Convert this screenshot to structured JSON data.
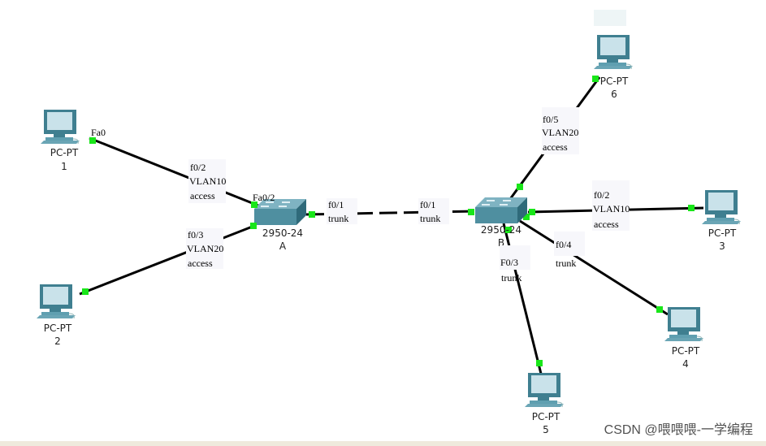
{
  "devices": {
    "pc1": {
      "type": "PC-PT",
      "name": "1"
    },
    "pc2": {
      "type": "PC-PT",
      "name": "2"
    },
    "pc3": {
      "type": "PC-PT",
      "name": "3"
    },
    "pc4": {
      "type": "PC-PT",
      "name": "4"
    },
    "pc5": {
      "type": "PC-PT",
      "name": "5"
    },
    "pc6": {
      "type": "PC-PT",
      "name": "6"
    },
    "swA": {
      "model": "2950-24",
      "name": "A"
    },
    "swB": {
      "model": "2950-24",
      "name": "B"
    }
  },
  "ports": {
    "pc1": "Fa0",
    "swA_f02": "Fa0/2"
  },
  "labels": {
    "a_pc1": [
      "f0/2",
      "VLAN10",
      "access"
    ],
    "a_pc2": [
      "f0/3",
      "VLAN20",
      "access"
    ],
    "a_trunk": [
      "f0/1",
      "trunk"
    ],
    "b_trunk": [
      "f0/1",
      "trunk"
    ],
    "b_pc6": [
      "f0/5",
      "VLAN20",
      "access"
    ],
    "b_pc3": [
      "f0/2",
      "VLAN10",
      "access"
    ],
    "b_pc4": [
      "f0/4",
      "trunk"
    ],
    "b_pc5": [
      "F0/3",
      "trunk"
    ]
  },
  "watermark": "CSDN @喂喂喂-一学编程",
  "colors": {
    "link_up": "#19e619",
    "device": "#4f8fa0"
  }
}
